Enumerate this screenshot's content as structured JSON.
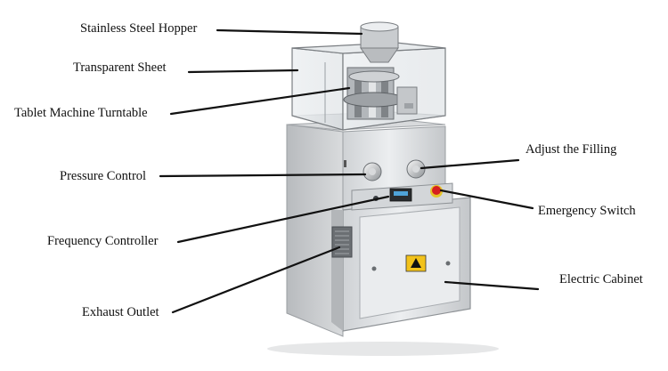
{
  "labels": {
    "hopper": "Stainless Steel Hopper",
    "sheet": "Transparent Sheet",
    "turntable": "Tablet Machine Turntable",
    "pressure": "Pressure Control",
    "frequency": "Frequency Controller",
    "exhaust": "Exhaust Outlet",
    "filling": "Adjust the Filling",
    "emergency": "Emergency Switch",
    "cabinet": "Electric Cabinet"
  },
  "colors": {
    "steel_light": "#e4e6e8",
    "steel_mid": "#c9cccf",
    "steel_dark": "#8e9296",
    "emergency_red": "#d62020",
    "leader_line": "#111111"
  }
}
